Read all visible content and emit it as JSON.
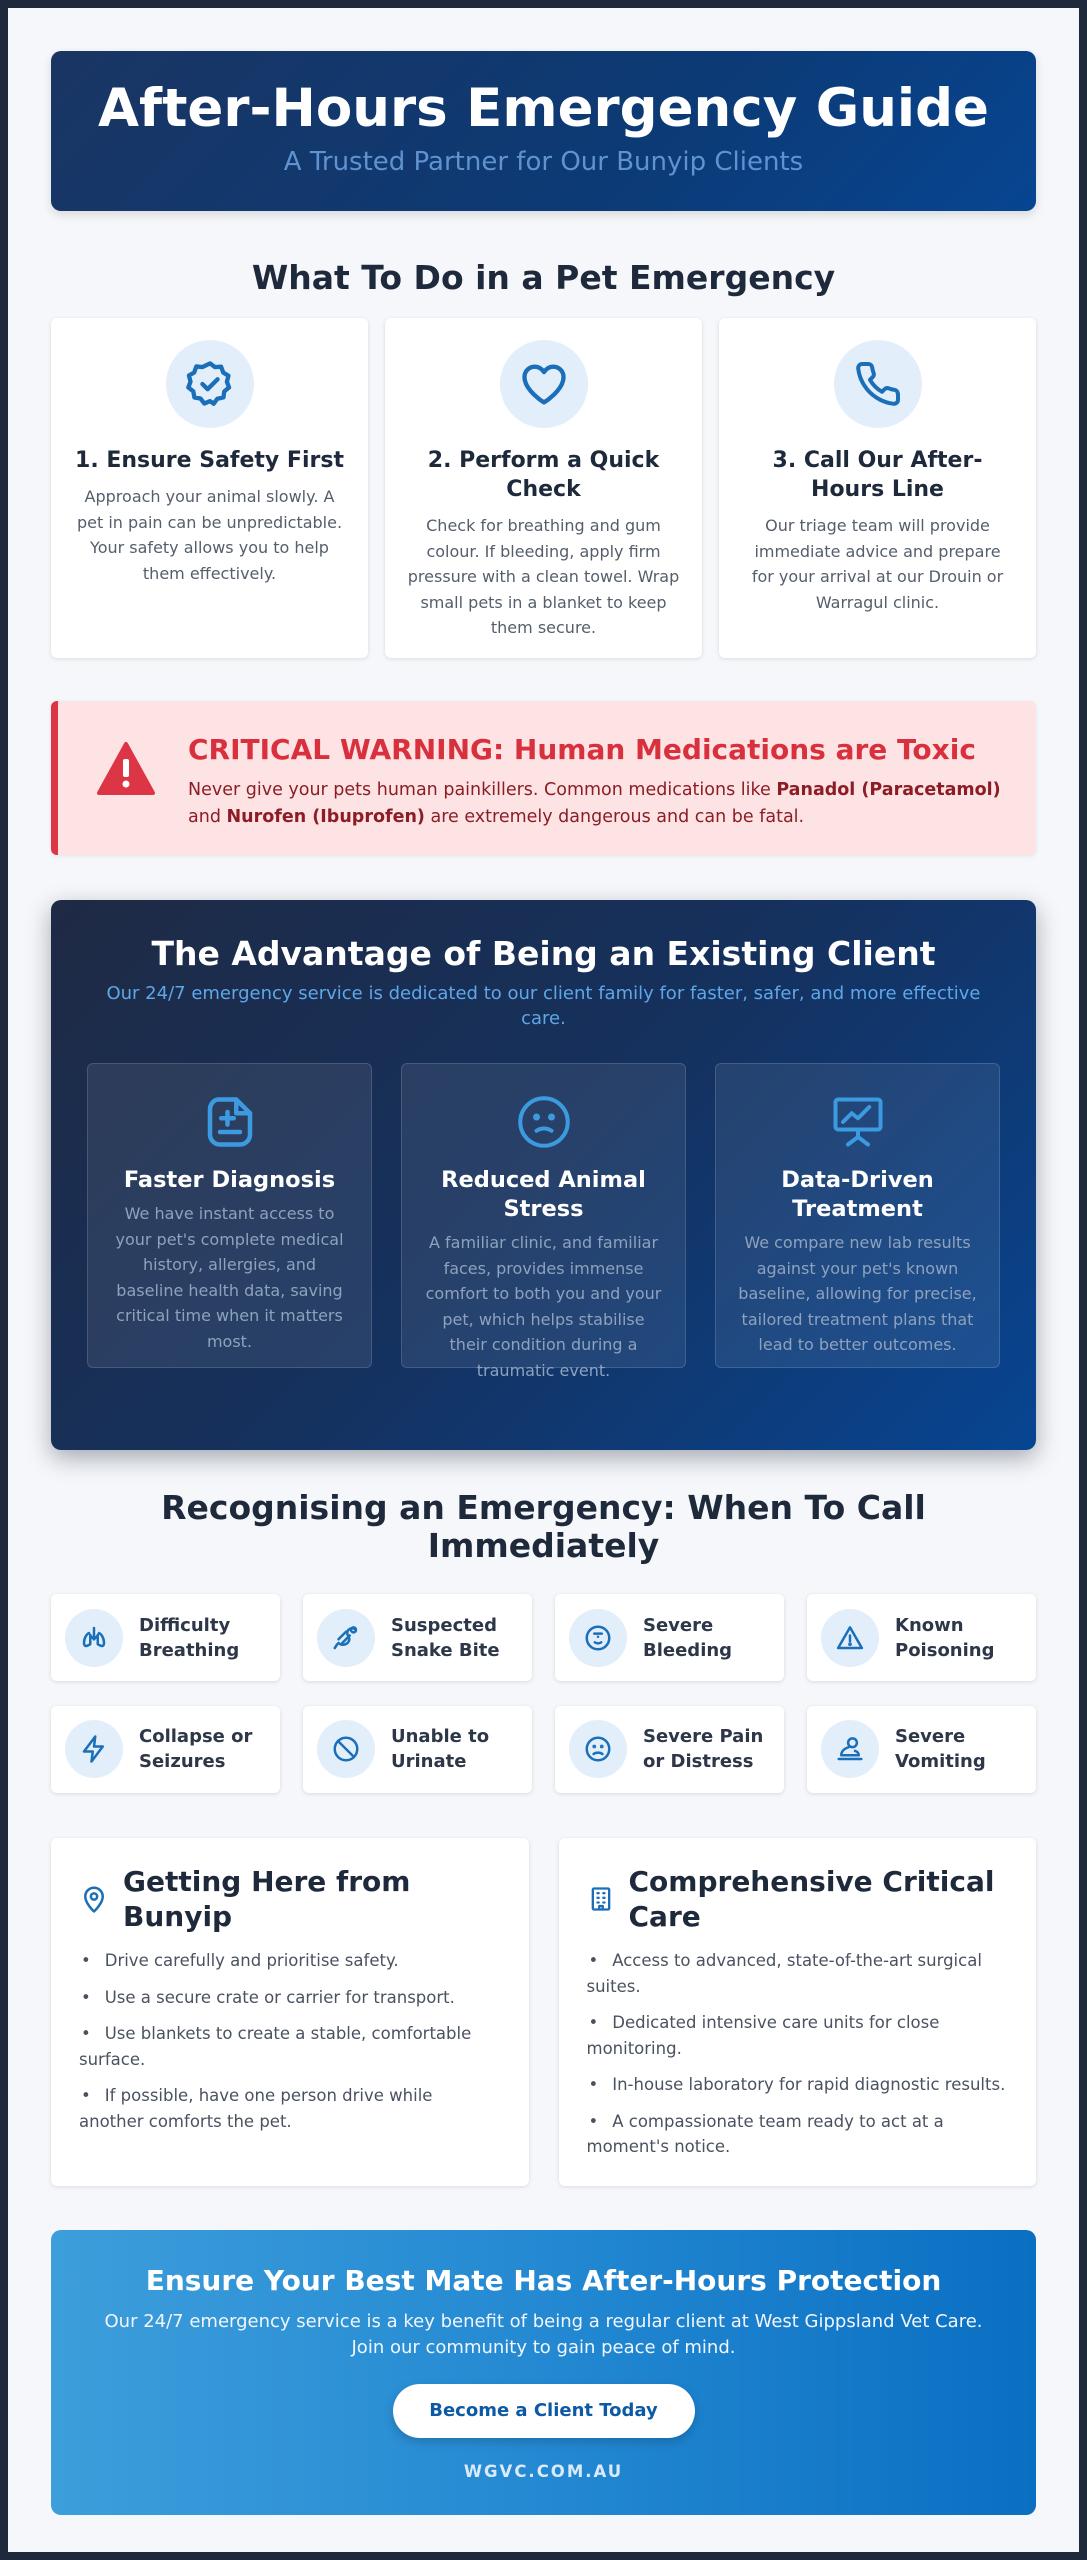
{
  "header": {
    "title": "After-Hours Emergency Guide",
    "subtitle": "A Trusted Partner for Our Bunyip Clients"
  },
  "steps_section": {
    "title": "What To Do in a Pet Emergency",
    "steps": [
      {
        "icon": "shield-check-icon",
        "title": "1. Ensure Safety First",
        "text": "Approach your animal slowly. A pet in pain can be unpredictable. Your safety allows you to help them effectively."
      },
      {
        "icon": "heart-icon",
        "title": "2. Perform a Quick Check",
        "text": "Check for breathing and gum colour. If bleeding, apply firm pressure with a clean towel. Wrap small pets in a blanket to keep them secure."
      },
      {
        "icon": "phone-icon",
        "title": "3. Call Our After-Hours Line",
        "text": "Our triage team will provide immediate advice and prepare for your arrival at our Drouin or Warragul clinic."
      }
    ]
  },
  "warning": {
    "title": "CRITICAL WARNING: Human Medications are Toxic",
    "text_before": "Never give your pets human painkillers. Common medications like ",
    "med1": "Panadol (Paracetamol)",
    "text_mid": " and ",
    "med2": "Nurofen (Ibuprofen)",
    "text_after": " are extremely dangerous and can be fatal."
  },
  "advantage": {
    "title": "The Advantage of Being an Existing Client",
    "lead": "Our 24/7 emergency service is dedicated to our client family for faster, safer, and more effective care.",
    "cards": [
      {
        "icon": "medical-record-icon",
        "title": "Faster Diagnosis",
        "text": "We have instant access to your pet's complete medical history, allergies, and baseline health data, saving critical time when it matters most."
      },
      {
        "icon": "calm-face-icon",
        "title": "Reduced Animal Stress",
        "text": "A familiar clinic, and familiar faces, provides immense comfort to both you and your pet, which helps stabilise their condition during a traumatic event."
      },
      {
        "icon": "chart-presentation-icon",
        "title": "Data-Driven Treatment",
        "text": "We compare new lab results against your pet's known baseline, allowing for precise, tailored treatment plans that lead to better outcomes."
      }
    ]
  },
  "signs_section": {
    "title": "Recognising an Emergency: When To Call Immediately",
    "signs": [
      {
        "icon": "lungs-icon",
        "label": "Difficulty Breathing"
      },
      {
        "icon": "snake-icon",
        "label": "Suspected Snake Bite"
      },
      {
        "icon": "bleeding-icon",
        "label": "Severe Bleeding"
      },
      {
        "icon": "warning-triangle-icon",
        "label": "Known Poisoning"
      },
      {
        "icon": "lightning-icon",
        "label": "Collapse or Seizures"
      },
      {
        "icon": "ban-icon",
        "label": "Unable to Urinate"
      },
      {
        "icon": "sad-face-icon",
        "label": "Severe Pain or Distress"
      },
      {
        "icon": "vomit-icon",
        "label": "Severe Vomiting"
      }
    ]
  },
  "getting_here": {
    "icon": "location-pin-icon",
    "title": "Getting Here from Bunyip",
    "items": [
      "Drive carefully and prioritise safety.",
      "Use a secure crate or carrier for transport.",
      "Use blankets to create a stable, comfortable surface.",
      "If possible, have one person drive while another comforts the pet."
    ]
  },
  "critical_care": {
    "icon": "hospital-building-icon",
    "title": "Comprehensive Critical Care",
    "items": [
      "Access to advanced, state-of-the-art surgical suites.",
      "Dedicated intensive care units for close monitoring.",
      "In-house laboratory for rapid diagnostic results.",
      "A compassionate team ready to act at a moment's notice."
    ]
  },
  "cta": {
    "title": "Ensure Your Best Mate Has After-Hours Protection",
    "text": "Our 24/7 emergency service is a key benefit of being a regular client at West Gippsland Vet Care. Join our community to gain peace of mind.",
    "button": "Become a Client Today",
    "site": "WGVC.COM.AU"
  },
  "colors": {
    "primary": "#0c3a75",
    "accent": "#1a73c8",
    "danger": "#dc3545",
    "page_bg": "#f5f7fa"
  }
}
